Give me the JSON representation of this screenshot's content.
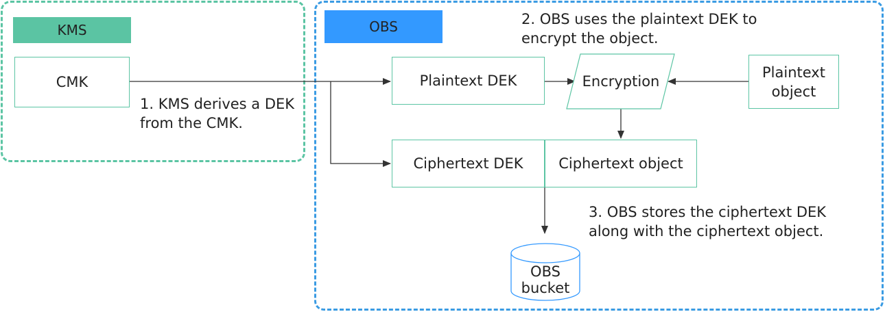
{
  "groups": {
    "kms": {
      "label": "KMS",
      "color": "#5bc4a3"
    },
    "obs": {
      "label": "OBS",
      "color": "#3399ff"
    }
  },
  "nodes": {
    "cmk": "CMK",
    "plaintext_dek": "Plaintext DEK",
    "encryption": "Encryption",
    "plaintext_object": [
      "Plaintext",
      "object"
    ],
    "ciphertext_dek": "Ciphertext DEK",
    "ciphertext_object": "Ciphertext object",
    "obs_bucket": [
      "OBS",
      "bucket"
    ]
  },
  "notes": {
    "step1": [
      "1. KMS derives a DEK",
      "from the CMK."
    ],
    "step2": [
      "2. OBS uses the plaintext DEK to",
      "encrypt the object."
    ],
    "step3": [
      "3. OBS stores the ciphertext DEK",
      "along with the ciphertext object."
    ]
  },
  "colors": {
    "box_border": "#5bc4a3",
    "line": "#333333"
  }
}
